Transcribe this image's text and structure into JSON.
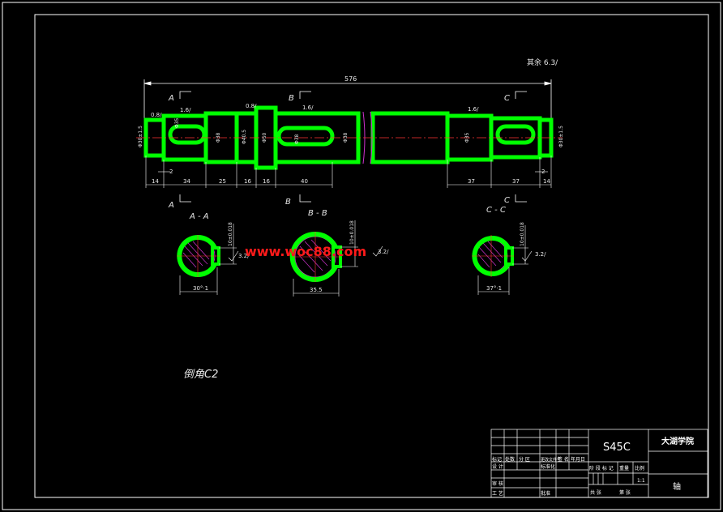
{
  "colors": {
    "background": "#000000",
    "frame": "#ffffff",
    "part": "#00ff00",
    "dimension": "#ffffff",
    "centerline": "#ff3333",
    "hatch": "#cc33cc",
    "watermark": "#ff1a1a",
    "sections": "#ff3333",
    "titleblock": "#ffffff"
  },
  "drawing": {
    "roughness_note": "其余 6.3/",
    "total_length": "576",
    "section_marks": {
      "a_top": "A",
      "a_bottom": "A",
      "b_top": "B",
      "b_bottom": "B",
      "c_top": "C",
      "c_bottom": "C"
    },
    "roughness_symbols": [
      "0.8/",
      "1.6/",
      "0.8/",
      "1.6/",
      "1.6/"
    ],
    "diameter_labels": [
      "Φ30±1.5",
      "Φ35",
      "Φ38",
      "Φ40.5",
      "Φ50",
      "Φ38",
      "Φ38",
      "Φ35",
      "Φ30±1.5"
    ],
    "dims_bottom": [
      "14",
      "2",
      "34",
      "25",
      "16",
      "16",
      "40",
      "37",
      "37",
      "2",
      "14"
    ],
    "section_titles": [
      "A - A",
      "B - B",
      "C - C"
    ],
    "section_dims_bottom": [
      "30°·1",
      "35.5",
      "37°·1"
    ],
    "section_dims_side": [
      "10±0.018",
      "10±0.018",
      "10±0.018"
    ],
    "section_roughness": [
      "3.2/",
      "3.2/",
      "3.2/"
    ],
    "note": "倒角C2",
    "watermark": "www.woc88.com"
  },
  "titleblock": {
    "material": "S45C",
    "school": "大湖学院",
    "part_name": "轴",
    "row1": [
      "标记",
      "处数",
      "分 区",
      "更改文件号",
      "签 名",
      "年月日"
    ],
    "row2_left": [
      "设 计",
      "标准化"
    ],
    "row2_right": [
      "阶 段 标 记",
      "重量",
      "比例"
    ],
    "scale": "1:1",
    "row3_left": [
      "审 核"
    ],
    "row4_left": [
      "工 艺",
      "批准"
    ],
    "row4_right": [
      "共 张",
      "第 张"
    ]
  }
}
